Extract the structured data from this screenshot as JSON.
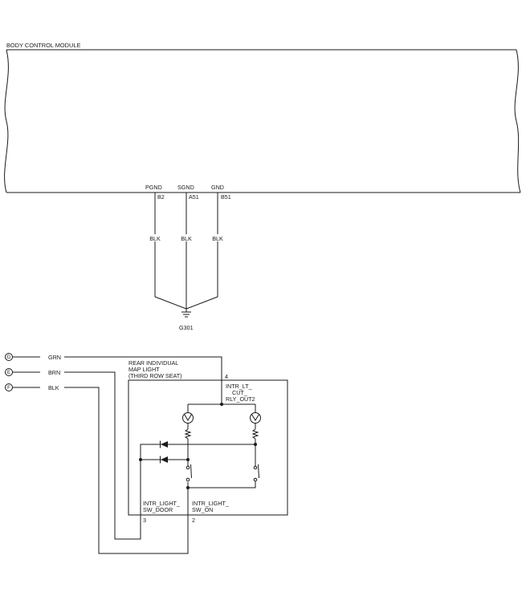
{
  "module": {
    "title": "BODY CONTROL MODULE",
    "pins": [
      {
        "name": "PGND",
        "number": "B2",
        "wire": "BLK"
      },
      {
        "name": "SGND",
        "number": "A51",
        "wire": "BLK"
      },
      {
        "name": "GND",
        "number": "B51",
        "wire": "BLK"
      }
    ]
  },
  "ground": {
    "label": "G301"
  },
  "connectors": [
    {
      "id": "D",
      "wire": "GRN"
    },
    {
      "id": "E",
      "wire": "BRN"
    },
    {
      "id": "F",
      "wire": "BLK"
    }
  ],
  "map_light": {
    "title_lines": [
      "REAR INDIVIDUAL",
      "MAP LIGHT",
      "(THIRD ROW SEAT)"
    ],
    "pin4": {
      "number": "4",
      "name_lines": [
        "INTR_LT_",
        "CUT_",
        "RLY_OUT2"
      ]
    },
    "pin3": {
      "number": "3",
      "name_lines": [
        "INTR_LIGHT_",
        "SW_DOOR"
      ]
    },
    "pin2": {
      "number": "2",
      "name_lines": [
        "INTR_LIGHT_",
        "SW_ON"
      ]
    }
  }
}
